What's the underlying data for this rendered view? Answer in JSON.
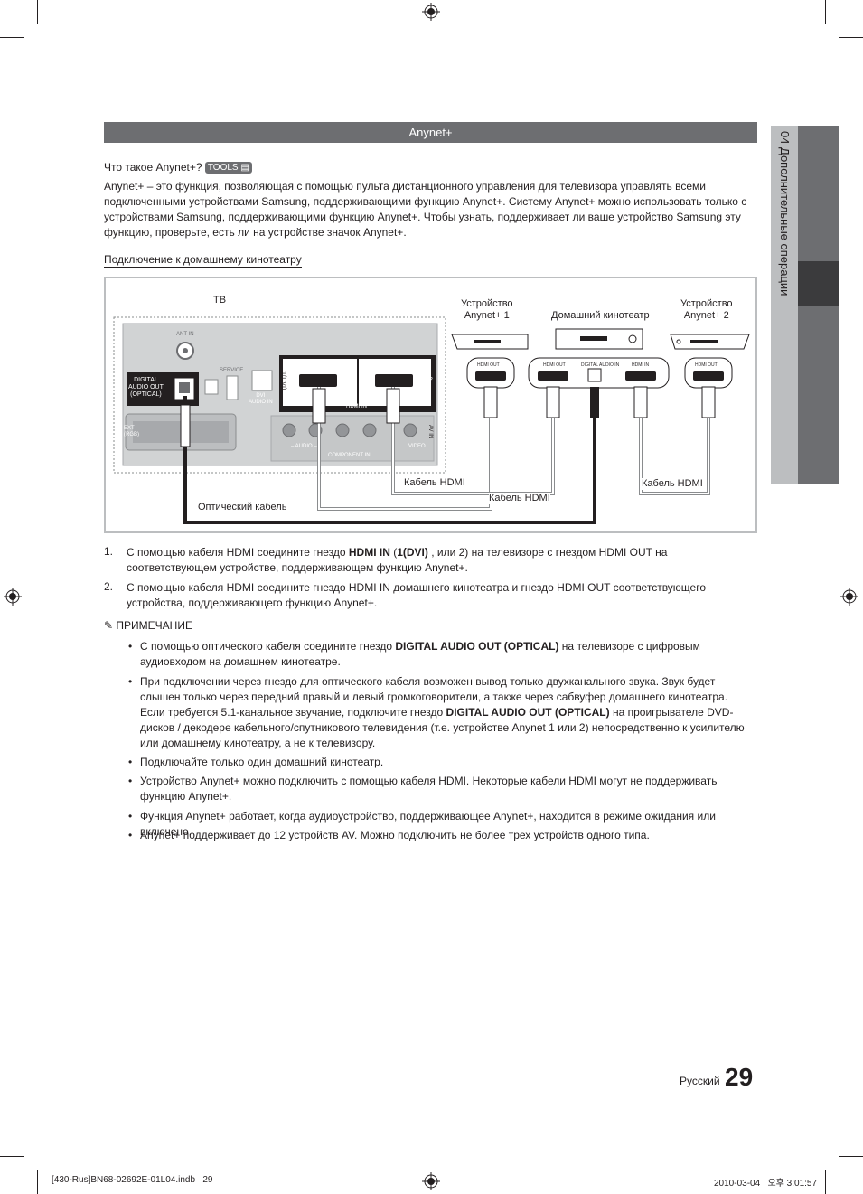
{
  "banner": {
    "title": "Anynet+"
  },
  "side_tab": {
    "number": "04",
    "label": "Дополнительные операции"
  },
  "intro": {
    "question": "Что такое Anynet+?",
    "tools_badge": "TOOLS",
    "text": "Anynet+ – это функция, позволяющая с помощью пульта дистанционного управления для телевизора управлять всеми подключенными устройствами Samsung, поддерживающими функцию Anynet+. Систему Anynet+ можно использовать только с устройствами Samsung, поддерживающими функцию Anynet+. Чтобы узнать, поддерживает ли ваше устройство Samsung эту функцию, проверьте, есть ли на устройстве значок Anynet+."
  },
  "section": {
    "heading": "Подключение к домашнему кинотеатру"
  },
  "diagram": {
    "tv_label": "ТВ",
    "device1": "Устройство\nAnynet+ 1",
    "home_theater": "Домашний кинотеатр",
    "device2": "Устройство\nAnynet+ 2",
    "cable_hdmi_1": "Кабель HDMI",
    "cable_hdmi_2": "Кабель HDMI",
    "cable_hdmi_3": "Кабель HDMI",
    "optical_cable": "Оптический кабель",
    "port_ant_in": "ANT IN",
    "port_digital_audio": "DIGITAL\nAUDIO OUT\n(OPTICAL)",
    "port_service": "SERVICE",
    "port_dvi_audio": "DVI\nAUDIO IN",
    "port_hdmi_in": "HDMI IN",
    "port_hdmi1": "1(DVI)",
    "port_hdmi2": "2",
    "port_component": "COMPONENT IN",
    "port_audio": "– AUDIO –",
    "port_video": "VIDEO",
    "port_ext": "EXT\n(RGB)",
    "port_av_in": "AV IN",
    "dev_hdmi_out_1": "HDMI OUT",
    "dev_hdmi_out_ht": "HDMI OUT",
    "dev_digital_ht": "DIGITAL AUDIO IN",
    "dev_hdmi_in_ht": "HDMI IN",
    "dev_hdmi_out_2": "HDMI OUT"
  },
  "steps": [
    {
      "num": "1.",
      "pre": "С помощью кабеля HDMI соедините гнездо ",
      "bold": "HDMI IN",
      "mid": " (",
      "bold2": "1(DVI)",
      "post": " , или 2) на телевизоре с гнездом HDMI OUT на соответствующем устройстве, поддерживающем функцию Anynet+."
    },
    {
      "num": "2.",
      "text": "С помощью кабеля HDMI соедините гнездо HDMI IN домашнего кинотеатра и гнездо HDMI OUT соответствующего устройства, поддерживающего функцию Anynet+."
    }
  ],
  "note": {
    "heading": "ПРИМЕЧАНИЕ",
    "bullets": [
      {
        "pre": "С помощью оптического кабеля соедините гнездо ",
        "bold": "DIGITAL AUDIO OUT (OPTICAL)",
        "post": " на телевизоре с цифровым аудиовходом на домашнем кинотеатре."
      },
      {
        "pre": "При подключении через гнездо для оптического кабеля возможен вывод только двухканального звука. Звук будет слышен только через передний правый и левый громкоговорители, а также через сабвуфер домашнего кинотеатра. Если требуется 5.1-канальное звучание, подключите гнездо ",
        "bold": "DIGITAL AUDIO OUT (OPTICAL)",
        "post": " на проигрывателе DVD-дисков / декодере кабельного/спутникового телевидения (т.е. устройстве Anynet 1 или 2) непосредственно к усилителю или домашнему кинотеатру, а не к телевизору."
      },
      {
        "text": "Подключайте только один домашний кинотеатр."
      },
      {
        "text": "Устройство Anynet+ можно подключить с помощью кабеля HDMI. Некоторые кабели HDMI могут не поддерживать функцию Anynet+."
      },
      {
        "text": "Функция Anynet+ работает, когда аудиоустройство, поддерживающее Anynet+, находится в режиме ожидания или включено."
      },
      {
        "text": "Anynet+ поддерживает до 12 устройств AV. Можно подключить не более трех устройств одного типа."
      }
    ]
  },
  "page": {
    "language": "Русский",
    "number": "29"
  },
  "footer": {
    "left": "[430-Rus]BN68-02692E-01L04.indb   29",
    "right": "2010-03-04   오후 3:01:57"
  }
}
